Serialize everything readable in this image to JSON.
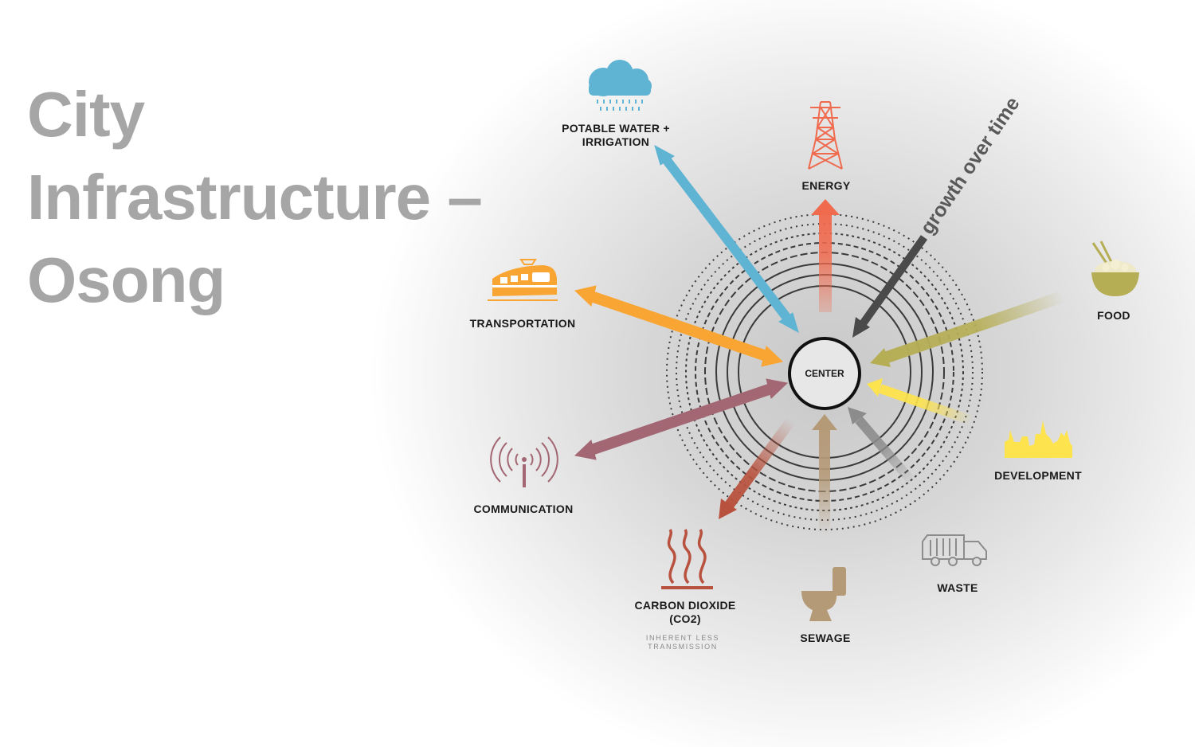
{
  "title": {
    "line1": "City",
    "line2": "Infrastructure –",
    "line3": "Osong"
  },
  "center_label": "CENTER",
  "growth_label": "growth over time",
  "nodes": {
    "water": {
      "line1": "POTABLE WATER +",
      "line2": "IRRIGATION",
      "icon": "rain-cloud-icon",
      "color": "#5fb3d3",
      "flow": "bidirectional"
    },
    "energy": {
      "line1": "ENERGY",
      "icon": "power-pylon-icon",
      "color": "#f06a4e",
      "flow": "outgoing"
    },
    "food": {
      "line1": "FOOD",
      "icon": "rice-bowl-icon",
      "color": "#b6ae55",
      "flow": "incoming"
    },
    "transportation": {
      "line1": "TRANSPORTATION",
      "icon": "train-icon",
      "color": "#f9a533",
      "flow": "bidirectional"
    },
    "development": {
      "line1": "DEVELOPMENT",
      "icon": "city-skyline-icon",
      "color": "#fde34d",
      "flow": "incoming"
    },
    "communication": {
      "line1": "COMMUNICATION",
      "icon": "antenna-icon",
      "color": "#a36673",
      "flow": "bidirectional"
    },
    "waste": {
      "line1": "WASTE",
      "icon": "garbage-truck-icon",
      "color": "#8c8c8c",
      "flow": "incoming"
    },
    "sewage": {
      "line1": "SEWAGE",
      "icon": "toilet-icon",
      "color": "#b59a78",
      "flow": "incoming"
    },
    "co2": {
      "line1": "CARBON DIOXIDE",
      "line2": "(CO2)",
      "note1": "INHERENT LESS",
      "note2": "TRANSMISSION",
      "icon": "heat-waves-icon",
      "color": "#b8523e",
      "flow": "outgoing"
    }
  }
}
